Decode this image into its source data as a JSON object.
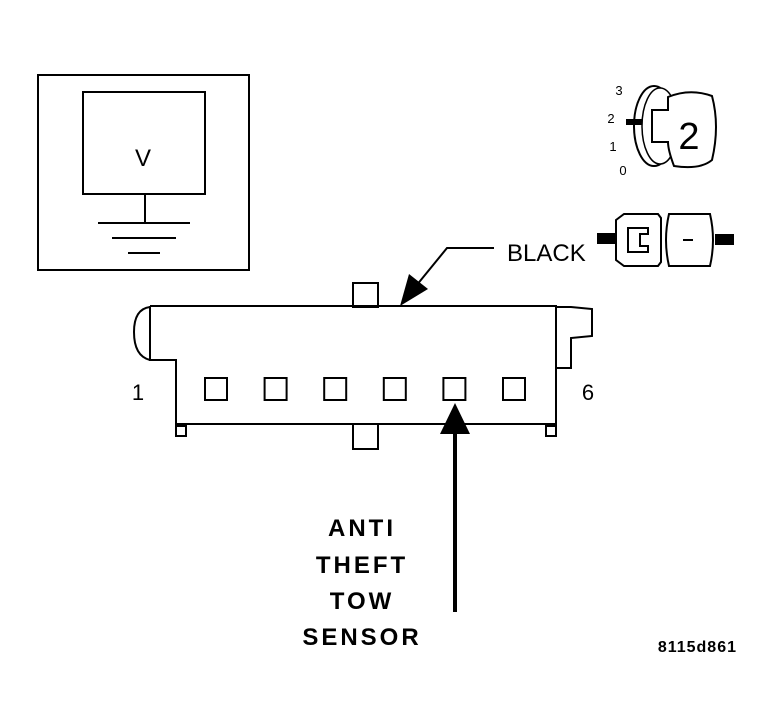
{
  "meter": {
    "symbol": "V"
  },
  "ignition": {
    "positions": [
      "3",
      "2",
      "1",
      "0"
    ],
    "key_digit": "2"
  },
  "connector": {
    "color_label": "BLACK",
    "pin_first": "1",
    "pin_last": "6",
    "cavity_count": 6
  },
  "callout": {
    "lines": [
      "ANTI",
      "THEFT",
      "TOW",
      "SENSOR"
    ]
  },
  "figure_id": "8115d861"
}
